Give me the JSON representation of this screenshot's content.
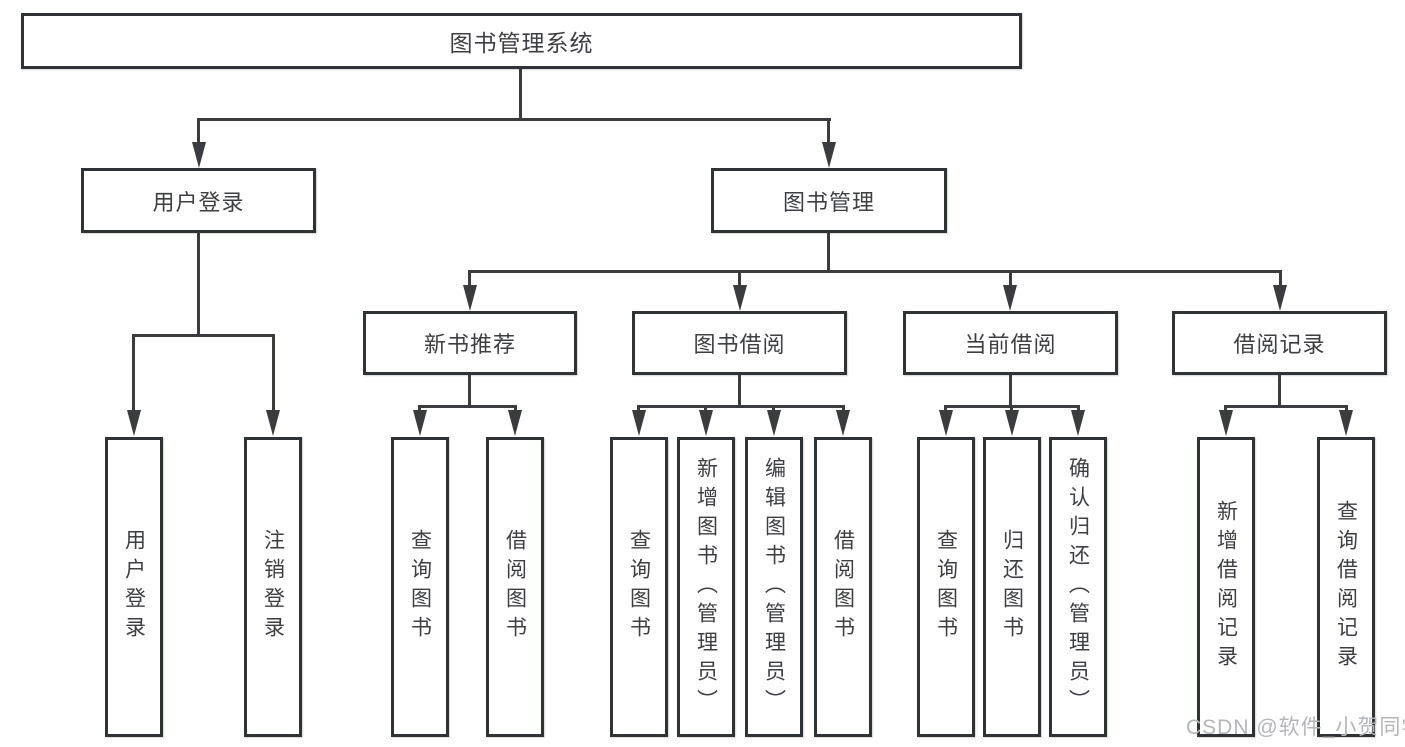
{
  "tree": {
    "label": "图书管理系统",
    "children": [
      {
        "label": "用户登录",
        "children": [
          {
            "label": "用户登录"
          },
          {
            "label": "注销登录"
          }
        ]
      },
      {
        "label": "图书管理",
        "children": [
          {
            "label": "新书推荐",
            "children": [
              {
                "label": "查询图书"
              },
              {
                "label": "借阅图书"
              }
            ]
          },
          {
            "label": "图书借阅",
            "children": [
              {
                "label": "查询图书"
              },
              {
                "label": "新增图书（管理员）"
              },
              {
                "label": "编辑图书（管理员）"
              },
              {
                "label": "借阅图书"
              }
            ]
          },
          {
            "label": "当前借阅",
            "children": [
              {
                "label": "查询图书"
              },
              {
                "label": "归还图书"
              },
              {
                "label": "确认归还（管理员）"
              }
            ]
          },
          {
            "label": "借阅记录",
            "children": [
              {
                "label": "新增借阅记录"
              },
              {
                "label": "查询借阅记录"
              }
            ]
          }
        ]
      }
    ]
  },
  "watermark": {
    "label": "CSDN @软件_小贺同学"
  },
  "colors": {
    "line": "#3a3c3f",
    "box_border": "#303336",
    "text": "#3d3f45",
    "background": "#ffffff",
    "watermark": "#b4b6ba"
  }
}
